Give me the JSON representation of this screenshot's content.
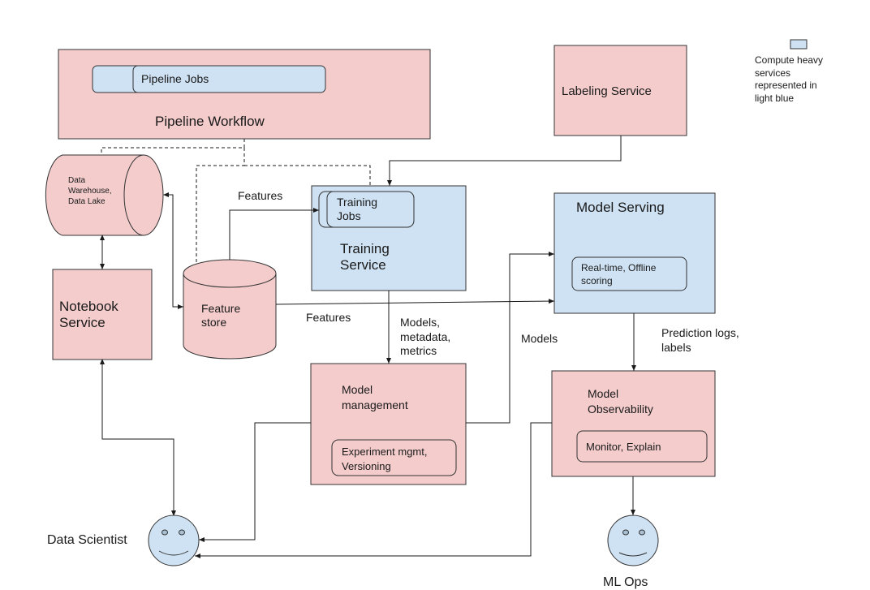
{
  "diagram": {
    "colors": {
      "standard_service": "#f4cccc",
      "compute_heavy_service": "#cfe2f3",
      "stroke": "#333333"
    },
    "legend": {
      "text": "Compute heavy\nservices\nrepresented in\nlight blue"
    },
    "nodes": {
      "pipeline_workflow": {
        "title": "Pipeline Workflow",
        "inner": "Pipeline Jobs"
      },
      "labeling_service": {
        "title": "Labeling Service"
      },
      "data_warehouse": {
        "title": "Data\nWarehouse,\nData Lake"
      },
      "notebook_service": {
        "title": "Notebook\nService"
      },
      "feature_store": {
        "title": "Feature\nstore"
      },
      "training_service": {
        "title": "Training\nService",
        "inner": "Training\nJobs"
      },
      "model_serving": {
        "title": "Model Serving",
        "inner": "Real-time, Offline\nscoring"
      },
      "model_management": {
        "title": "Model\nmanagement",
        "inner": "Experiment mgmt,\nVersioning"
      },
      "model_observability": {
        "title": "Model\nObservability",
        "inner": "Monitor, Explain"
      },
      "data_scientist": {
        "title": "Data Scientist"
      },
      "ml_ops": {
        "title": "ML Ops"
      }
    },
    "edge_labels": {
      "features_to_training": "Features",
      "features_to_serving": "Features",
      "models_metadata_metrics": "Models,\nmetadata,\nmetrics",
      "models_to_serving": "Models",
      "prediction_logs": "Prediction logs,\nlabels"
    }
  }
}
